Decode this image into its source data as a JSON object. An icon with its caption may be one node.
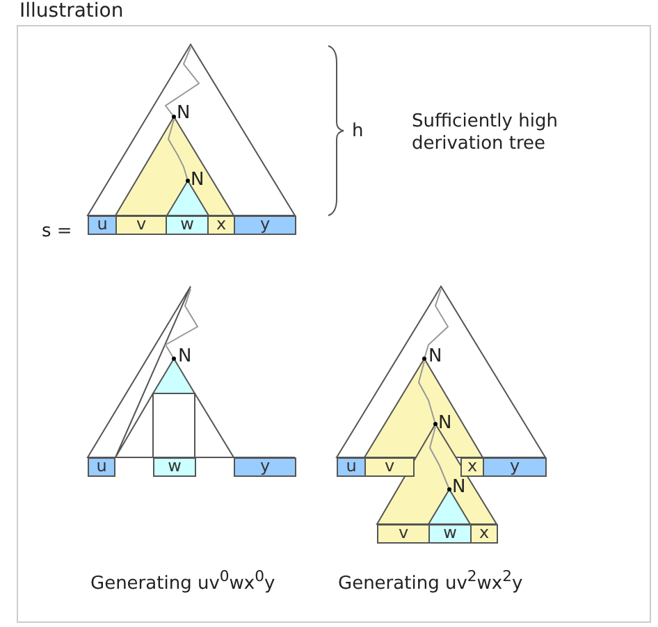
{
  "diagram": {
    "title": "Illustration",
    "nodes": [
      {
        "text": [
          "u"
        ]
      },
      {
        "text": [
          "v"
        ]
      },
      {
        "text": [
          "w"
        ]
      },
      {
        "text": [
          "x"
        ]
      },
      {
        "text": [
          "y"
        ]
      },
      {
        "text": [
          "u"
        ]
      },
      {
        "text": [
          "w"
        ]
      },
      {
        "text": [
          "y"
        ]
      },
      {
        "text": [
          "u"
        ]
      },
      {
        "text": [
          "v"
        ]
      },
      {
        "text": [
          "x"
        ]
      },
      {
        "text": [
          "y"
        ]
      },
      {
        "text": [
          "v"
        ]
      },
      {
        "text": [
          "w"
        ]
      },
      {
        "text": [
          "x"
        ]
      }
    ],
    "labels": [
      "N",
      "h",
      "Sufficiently high derivation tree",
      "N",
      "s =",
      "N",
      "N",
      "N",
      "N",
      "Generating uv$^{0}$wx$^{0}$y",
      "Generating uv$^{2}$wx$^{2}$y"
    ]
  }
}
